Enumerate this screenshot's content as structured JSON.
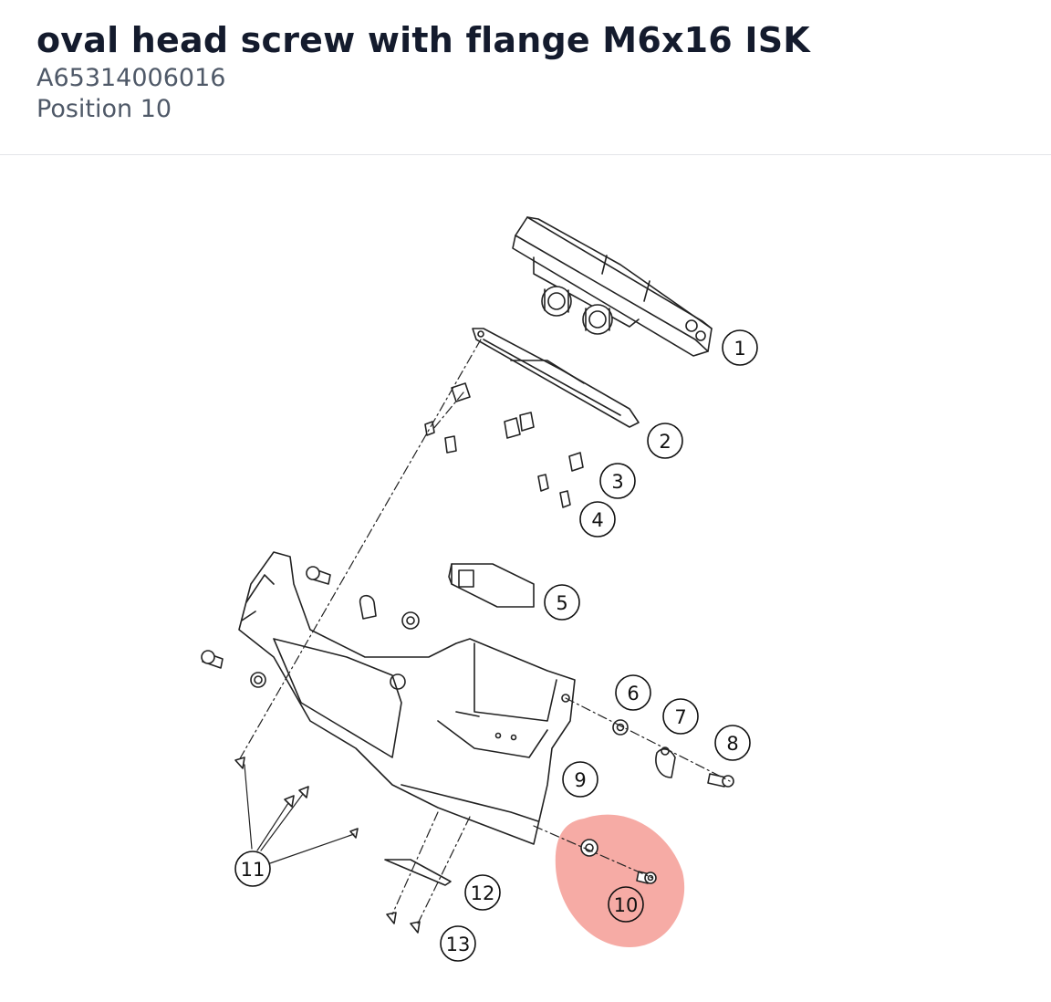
{
  "part": {
    "title": "oval head screw with flange M6x16 ISK",
    "part_number": "A65314006016",
    "position_label": "Position 10"
  },
  "highlight_color": "#f28b82",
  "callouts": [
    "1",
    "2",
    "3",
    "4",
    "5",
    "6",
    "7",
    "8",
    "9",
    "10",
    "11",
    "12",
    "13"
  ]
}
